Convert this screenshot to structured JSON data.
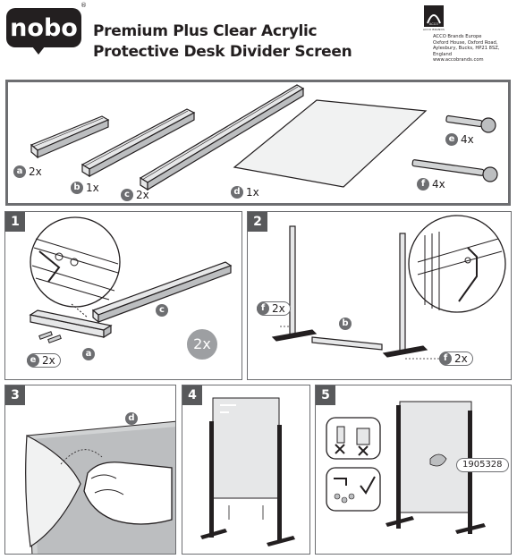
{
  "brand": {
    "logo_text": "nobo",
    "registered": "®"
  },
  "title": {
    "line1": "Premium Plus Clear Acrylic",
    "line2": "Protective Desk Divider Screen"
  },
  "acco": {
    "mark": "ACCO",
    "sub": "ACCO BRANDS",
    "address": [
      "ACCO Brands Europe",
      "Oxford House, Oxford Road,",
      "Aylesbury, Bucks, HP21 8SZ,",
      "England",
      "www.accobrands.com"
    ]
  },
  "parts": [
    {
      "letter": "a",
      "qty": "2x"
    },
    {
      "letter": "b",
      "qty": "1x"
    },
    {
      "letter": "c",
      "qty": "2x"
    },
    {
      "letter": "d",
      "qty": "1x"
    },
    {
      "letter": "e",
      "qty": "4x"
    },
    {
      "letter": "f",
      "qty": "4x"
    }
  ],
  "steps": {
    "s1": {
      "num": "1",
      "c_label": "c",
      "a_label": "a",
      "e_label": "e",
      "e_qty": "2x",
      "repeat": "2x"
    },
    "s2": {
      "num": "2",
      "b_label": "b",
      "f_label": "f",
      "f_qty_left": "2x",
      "f_qty_right": "2x"
    },
    "s3": {
      "num": "3",
      "d_label": "d"
    },
    "s4": {
      "num": "4"
    },
    "s5": {
      "num": "5",
      "code": "1905328"
    }
  },
  "colors": {
    "panel_border": "#6d6e71",
    "step_badge": "#58595b",
    "label_circle": "#6d6e71",
    "text": "#231f20"
  }
}
